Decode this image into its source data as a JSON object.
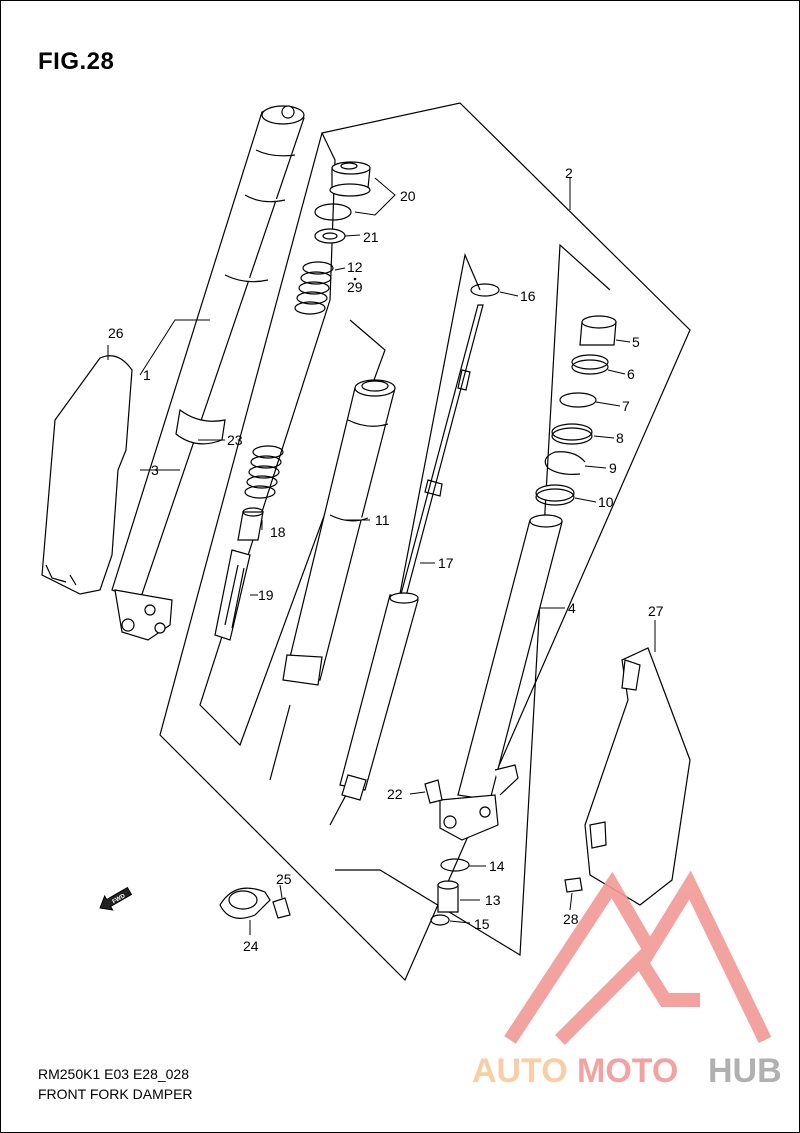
{
  "page": {
    "figure_title": "FIG.28",
    "model_code": "RM250K1 E03 E28_028",
    "diagram_name": "FRONT FORK DAMPER"
  },
  "direction_marker": {
    "label": "FWD",
    "icon": "forward-arrow-icon"
  },
  "parts": [
    {
      "number": "1"
    },
    {
      "number": "2"
    },
    {
      "number": "3"
    },
    {
      "number": "4"
    },
    {
      "number": "5"
    },
    {
      "number": "6"
    },
    {
      "number": "7"
    },
    {
      "number": "8"
    },
    {
      "number": "9"
    },
    {
      "number": "10"
    },
    {
      "number": "11"
    },
    {
      "number": "12"
    },
    {
      "number": "13"
    },
    {
      "number": "14"
    },
    {
      "number": "15"
    },
    {
      "number": "16"
    },
    {
      "number": "17"
    },
    {
      "number": "18"
    },
    {
      "number": "19"
    },
    {
      "number": "20"
    },
    {
      "number": "21"
    },
    {
      "number": "22"
    },
    {
      "number": "23"
    },
    {
      "number": "24"
    },
    {
      "number": "25"
    },
    {
      "number": "26"
    },
    {
      "number": "27"
    },
    {
      "number": "28"
    },
    {
      "number": "29"
    }
  ],
  "watermark": {
    "brand_prefix": "AUTO",
    "brand_middle": "MOTO",
    "brand_suffix": "HUB",
    "colors": {
      "prefix": "#f9c99a",
      "middle": "#f29a95",
      "suffix": "#a8a8a8",
      "logo": "#f29a95"
    }
  }
}
